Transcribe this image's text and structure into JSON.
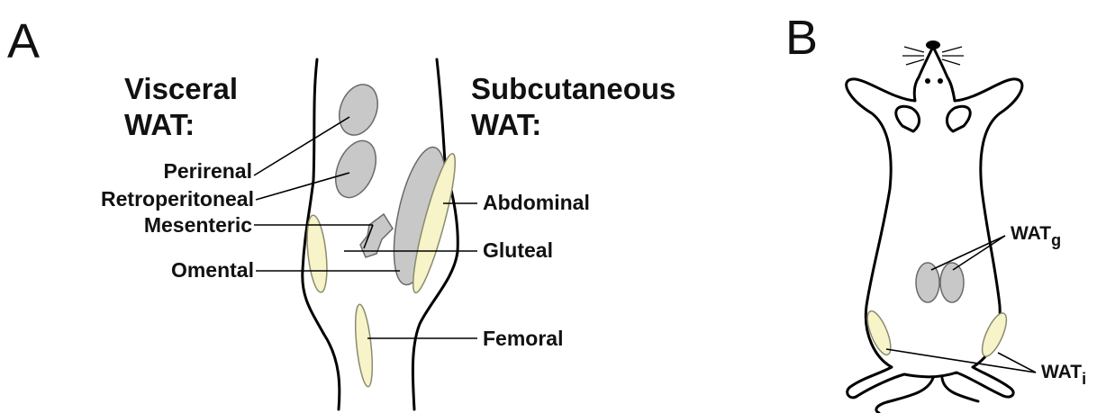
{
  "colors": {
    "visceral_fat": "#c8c8c8",
    "subcutaneous_fat": "#f6f4c8",
    "outline": "#000000"
  },
  "panel_a": {
    "letter": "A",
    "visceral_heading": [
      "Visceral",
      "WAT:"
    ],
    "subcutaneous_heading": [
      "Subcutaneous",
      "WAT:"
    ],
    "visceral_labels": {
      "perirenal": "Perirenal",
      "retroperitoneal": "Retroperitoneal",
      "mesenteric": "Mesenteric",
      "omental": "Omental"
    },
    "subcutaneous_labels": {
      "abdominal": "Abdominal",
      "gluteal": "Gluteal",
      "femoral": "Femoral"
    }
  },
  "panel_b": {
    "letter": "B",
    "gonadal_label": {
      "main": "WAT",
      "subscript": "g"
    },
    "inguinal_label": {
      "main": "WAT",
      "subscript": "i"
    }
  }
}
